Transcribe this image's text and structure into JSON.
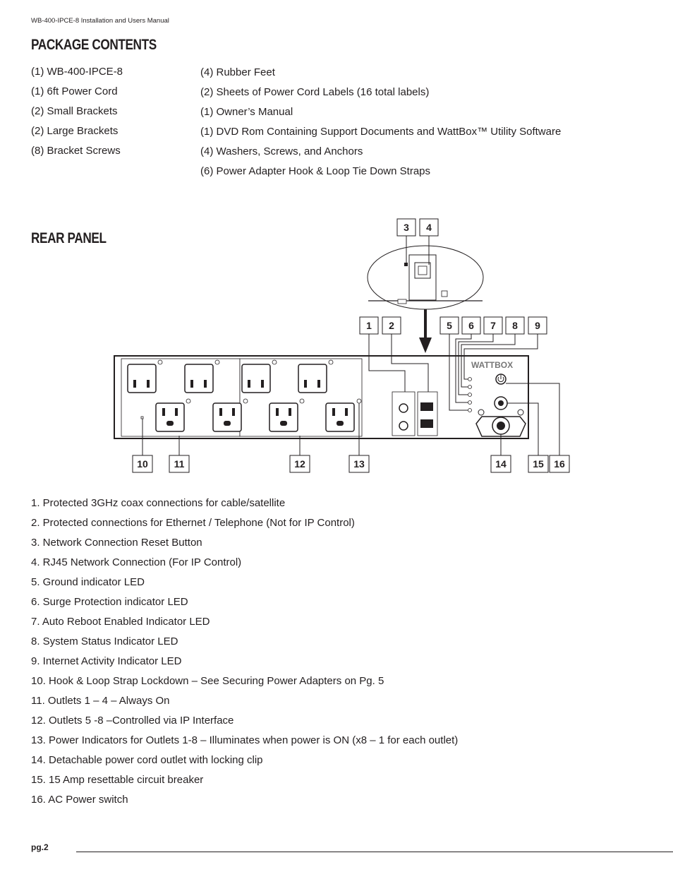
{
  "header": {
    "running_title": "WB-400-IPCE-8 Installation and Users Manual"
  },
  "package_contents": {
    "title": "PACKAGE CONTENTS",
    "left_column": [
      "(1) WB-400-IPCE-8",
      "(1) 6ft Power Cord",
      "(2) Small Brackets",
      "(2) Large Brackets",
      "(8) Bracket Screws"
    ],
    "right_column": [
      "(4) Rubber Feet",
      "(2) Sheets of Power Cord Labels (16 total labels)",
      "(1) Owner’s Manual",
      "(1) DVD Rom Containing Support Documents and WattBox™ Utility Software",
      "(4) Washers, Screws, and Anchors",
      "(6) Power Adapter Hook & Loop Tie Down Straps"
    ]
  },
  "rear_panel": {
    "title": "REAR PANEL",
    "callouts": [
      "1",
      "2",
      "3",
      "4",
      "5",
      "6",
      "7",
      "8",
      "9",
      "10",
      "11",
      "12",
      "13",
      "14",
      "15",
      "16"
    ],
    "logo_text": "WATTBOX",
    "legend": [
      "1. Protected 3GHz coax connections for cable/satellite",
      "2. Protected connections for Ethernet / Telephone (Not for IP Control)",
      "3. Network Connection Reset Button",
      "4. RJ45 Network Connection (For IP Control)",
      "5. Ground indicator LED",
      "6. Surge Protection indicator LED",
      "7. Auto Reboot Enabled Indicator LED",
      "8. System Status Indicator LED",
      "9. Internet Activity Indicator LED",
      "10. Hook & Loop Strap Lockdown – See Securing Power Adapters on Pg. 5",
      "11. Outlets 1 – 4 – Always On",
      "12. Outlets 5 -8 –Controlled via IP Interface",
      "13. Power Indicators for Outlets 1-8 – Illuminates when power is ON (x8 – 1 for each outlet)",
      "14. Detachable power cord outlet with locking clip",
      "15. 15 Amp resettable circuit breaker",
      "16. AC Power switch"
    ]
  },
  "footer": {
    "page_number": "pg.2"
  }
}
